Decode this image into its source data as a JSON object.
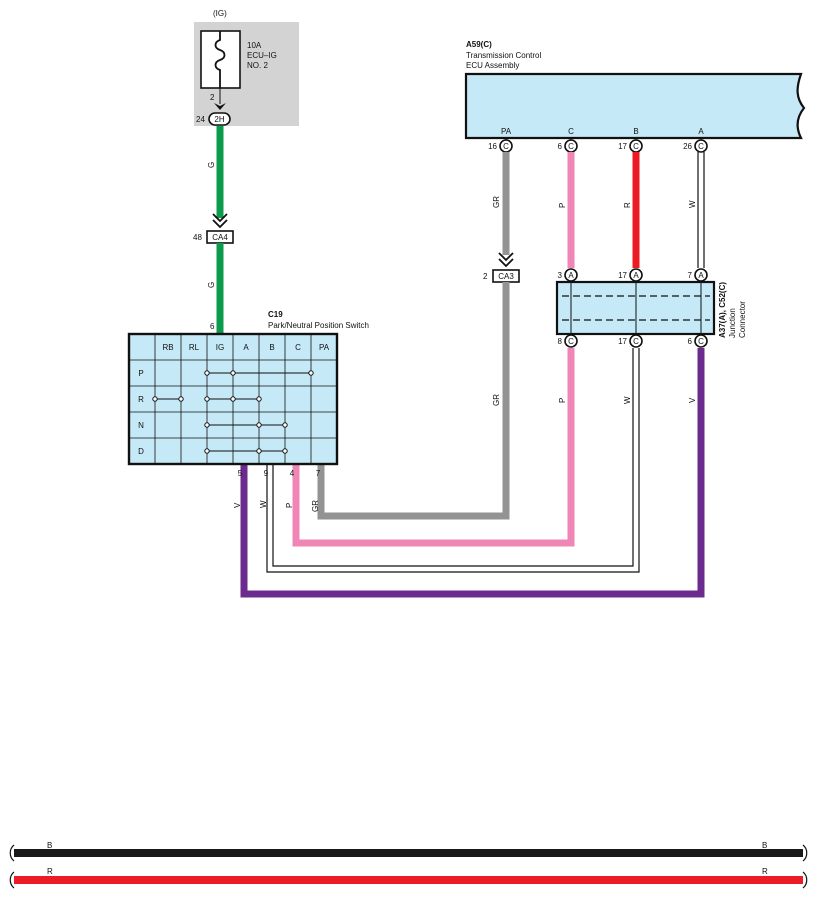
{
  "colors": {
    "G": "#0c9a4c",
    "GR": "#939393",
    "P": "#ef86b6",
    "R": "#ec1c24",
    "W": "#ffffff",
    "V": "#6b2a8e",
    "B": "#1a1a1a",
    "component_fill": "#c5e9f6",
    "fuse_box_fill": "#d3d3d3"
  },
  "fuse": {
    "ig_label": "(IG)",
    "rating": "10A",
    "name_line1": "ECU–IG",
    "name_line2": "NO. 2",
    "pin": "2",
    "connector_pin": "24",
    "connector": "2H"
  },
  "inline_connector_ca4": {
    "pin": "48",
    "name": "CA4"
  },
  "inline_connector_ca3": {
    "pin": "2",
    "name": "CA3"
  },
  "ecu": {
    "code": "A59(C)",
    "name_line1": "Transmission Control",
    "name_line2": "ECU Assembly",
    "terminals": [
      {
        "label": "PA",
        "pin": "16",
        "connector": "C"
      },
      {
        "label": "C",
        "pin": "6",
        "connector": "C"
      },
      {
        "label": "B",
        "pin": "17",
        "connector": "C"
      },
      {
        "label": "A",
        "pin": "26",
        "connector": "C"
      }
    ]
  },
  "junction": {
    "code": "A37(A), C52(C)",
    "name_line1": "Junction",
    "name_line2": "Connector",
    "top_pins": [
      {
        "pin": "3",
        "connector": "A"
      },
      {
        "pin": "17",
        "connector": "A"
      },
      {
        "pin": "7",
        "connector": "A"
      }
    ],
    "bottom_pins": [
      {
        "pin": "8",
        "connector": "C"
      },
      {
        "pin": "17",
        "connector": "C"
      },
      {
        "pin": "6",
        "connector": "C"
      }
    ]
  },
  "switch": {
    "code": "C19",
    "name": "Park/Neutral Position Switch",
    "top_pin": "6",
    "columns": [
      "RB",
      "RL",
      "IG",
      "A",
      "B",
      "C",
      "PA"
    ],
    "rows": [
      "P",
      "R",
      "N",
      "D"
    ],
    "bottom_pins": [
      "5",
      "9",
      "4",
      "7"
    ]
  },
  "wires": {
    "g_upper": "G",
    "g_lower": "G",
    "gr_ecu": "GR",
    "p_ecu": "P",
    "r_ecu": "R",
    "w_ecu": "W",
    "gr_low": "GR",
    "p_low": "P",
    "w_low": "W",
    "v_low": "V",
    "sw_v": "V",
    "sw_w": "W",
    "sw_p": "P",
    "sw_gr": "GR"
  },
  "legend": [
    {
      "code": "B",
      "color": "#1a1a1a"
    },
    {
      "code": "R",
      "color": "#ec1c24"
    }
  ]
}
